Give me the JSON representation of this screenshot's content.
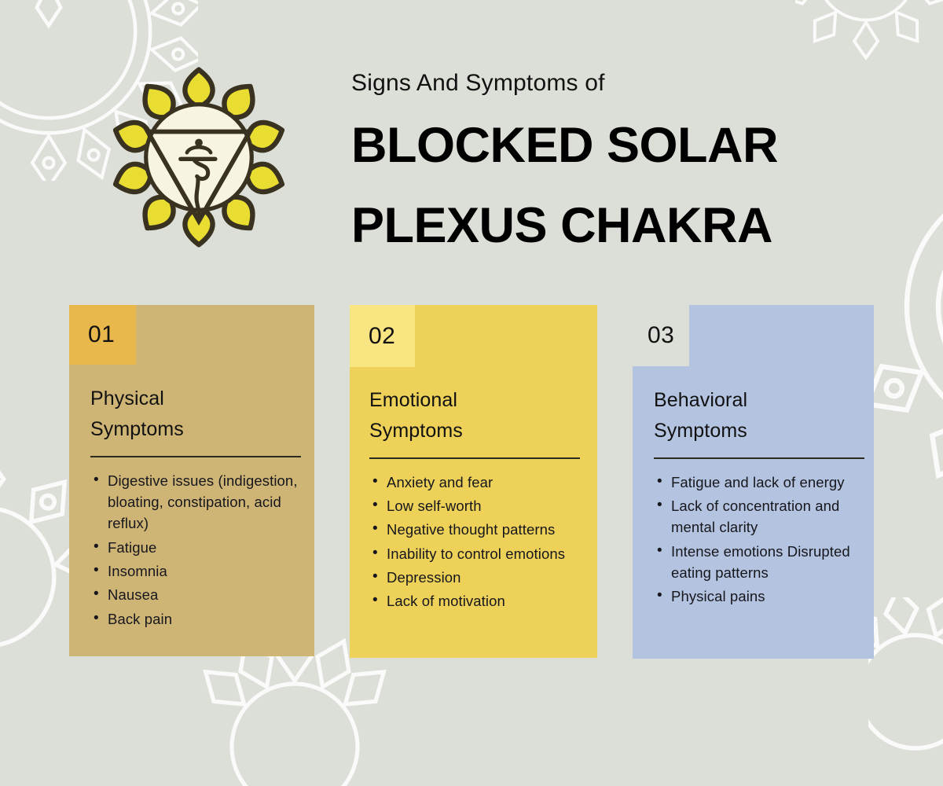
{
  "header": {
    "eyebrow": "Signs And Symptoms of",
    "title_line_1": "BLOCKED SOLAR",
    "title_line_2": "PLEXUS CHAKRA",
    "logo_name": "solar-plexus-chakra-symbol"
  },
  "colors": {
    "background": "#dcdfd7",
    "card_1": "#ceb576",
    "card_1_badge": "#e8b84c",
    "card_2": "#edd159",
    "card_2_badge": "#f9e582",
    "card_3": "#b4c4e0",
    "petal_yellow": "#e8dd30",
    "petal_outline": "#3a3220",
    "disc_cream": "#f7f4e3",
    "text_dark": "#16161c"
  },
  "cards": [
    {
      "number": "01",
      "title_line_1": "Physical",
      "title_line_2": "Symptoms",
      "bullets": [
        {
          "text": "Digestive issues (indigestion, bloating, constipation, acid reflux)",
          "bullet": true
        },
        {
          "text": "Fatigue",
          "bullet": true
        },
        {
          "text": "Insomnia",
          "bullet": true
        },
        {
          "text": "Nausea",
          "bullet": true
        },
        {
          "text": "Back pain",
          "bullet": true
        }
      ]
    },
    {
      "number": "02",
      "title_line_1": "Emotional",
      "title_line_2": "Symptoms",
      "bullets": [
        {
          "text": "Anxiety and fear",
          "bullet": true
        },
        {
          "text": "Low self-worth",
          "bullet": true
        },
        {
          "text": "Negative thought patterns",
          "bullet": true
        },
        {
          "text": "Inability to control emotions",
          "bullet": true
        },
        {
          "text": "Depression",
          "bullet": true
        },
        {
          "text": "Lack of motivation",
          "bullet": true
        }
      ]
    },
    {
      "number": "03",
      "title_line_1": "Behavioral",
      "title_line_2": "Symptoms",
      "bullets": [
        {
          "text": "Fatigue and lack of energy",
          "bullet": true
        },
        {
          "text": "Lack of concentration and mental clarity",
          "bullet": true
        },
        {
          "text": "Intense emotions Disrupted eating patterns",
          "bullet": true
        },
        {
          "text": "Physical pains",
          "bullet": true
        }
      ]
    }
  ]
}
